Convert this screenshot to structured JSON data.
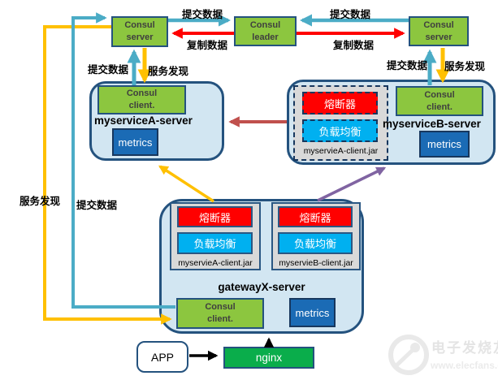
{
  "diagram": {
    "consul_server_left": "Consul\nserver",
    "consul_leader": "Consul\nleader",
    "consul_server_right": "Consul\nserver",
    "myserviceA": {
      "title": "myserviceA-server",
      "consul_client": "Consul\nclient.",
      "metrics": "metrics"
    },
    "myserviceB": {
      "title": "myserviceB-server",
      "consul_client": "Consul\nclient.",
      "metrics": "metrics",
      "jar": {
        "breaker": "熔断器",
        "load_balancer": "负载均衡",
        "caption": "myservieA-client.jar"
      }
    },
    "gateway": {
      "title": "gatewayX-server",
      "consul_client": "Consul\nclient.",
      "metrics": "metrics",
      "jar_a": {
        "breaker": "熔断器",
        "load_balancer": "负载均衡",
        "caption": "myservieA-client.jar"
      },
      "jar_b": {
        "breaker": "熔断器",
        "load_balancer": "负载均衡",
        "caption": "myservieB-client.jar"
      }
    },
    "app": "APP",
    "nginx": "nginx"
  },
  "edge_labels": {
    "submit_left_top": "提交数据",
    "replicate_left_top": "复制数据",
    "submit_right_top": "提交数据",
    "replicate_right_top": "复制数据",
    "submit_serviceA": "提交数据",
    "discover_serviceA": "服务发现",
    "submit_serviceB": "提交数据",
    "discover_serviceB": "服务发现",
    "discover_gateway": "服务发现",
    "submit_gateway": "提交数据"
  },
  "watermark": {
    "brand": "电子发烧友",
    "url": "www.elecfans.com"
  },
  "colors": {
    "consul_green": "#8CC63F",
    "container_fill": "#D2E6F2",
    "border_navy": "#24527E",
    "metrics_blue": "#1B6BB5",
    "nginx_green": "#0AAD4B",
    "breaker_red": "#FF0000",
    "load_balancer_blue": "#00B0F0",
    "jar_gray": "#D9D9D9",
    "arrow_blue": "#4BACC6",
    "arrow_orange": "#FFC000",
    "arrow_red": "#FF0000",
    "arrow_darkred": "#C0504D",
    "arrow_purple": "#8064A2"
  }
}
